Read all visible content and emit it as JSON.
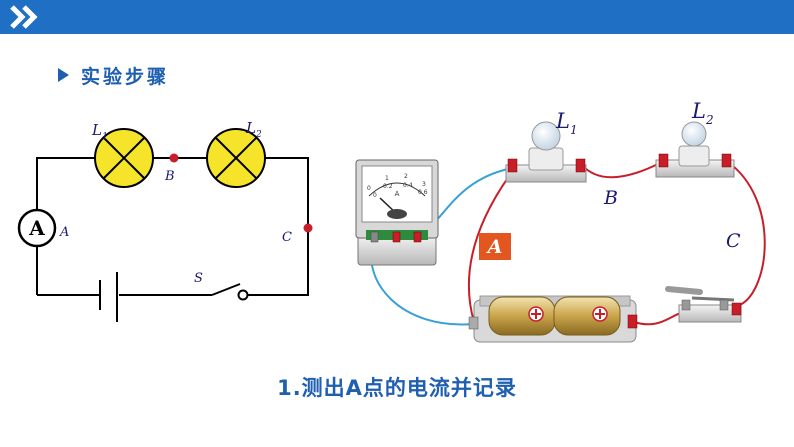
{
  "header": {
    "icon": "double-chevron-right-icon"
  },
  "section": {
    "title": "实验步骤"
  },
  "schematic": {
    "lamp1_letter": "L",
    "lamp1_sub": "1",
    "lamp2_letter": "L",
    "lamp2_sub": "2",
    "point_b": "B",
    "point_c": "C",
    "point_a": "A",
    "ammeter_symbol": "A",
    "switch_label": "S"
  },
  "apparatus": {
    "lamp1_letter": "L",
    "lamp1_sub": "1",
    "lamp2_letter": "L",
    "lamp2_sub": "2",
    "point_b": "B",
    "point_c": "C",
    "point_a_badge": "A",
    "ammeter_face_letter": "A",
    "scale_top": [
      "0",
      "1",
      "2",
      "3"
    ],
    "scale_bottom": [
      "0",
      "0.2",
      "0.4",
      "0.6"
    ]
  },
  "caption": {
    "text": "1.测出A点的电流并记录"
  },
  "colors": {
    "header_bar": "#1f6fc5",
    "accent_text": "#1f5fb0",
    "lamp_fill": "#f5e42a",
    "wire_red": "#c81e2a",
    "wire_blue": "#3aa0d8"
  }
}
